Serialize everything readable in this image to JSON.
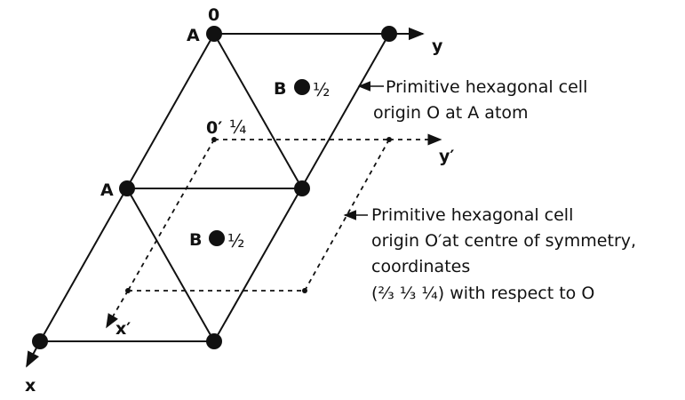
{
  "labels": {
    "origin_zero": "0",
    "origin_prime": "0′",
    "origin_prime_fraction": "¼",
    "atom_a_top": "A",
    "atom_a_mid": "A",
    "atom_b_top": "B",
    "atom_b_top_height": "½",
    "atom_b_bottom": "B",
    "atom_b_bottom_height": "½",
    "axis_y": "y",
    "axis_y_prime": "y′",
    "axis_x": "x",
    "axis_x_prime": "x′"
  },
  "annotations": {
    "cell_o_line1": "Primitive hexagonal cell",
    "cell_o_line2": "origin O at A atom",
    "cell_oprime_line1": "Primitive hexagonal cell",
    "cell_oprime_line2": "origin O′at centre of symmetry,",
    "cell_oprime_line3": "coordinates",
    "cell_oprime_line4": "(⅔ ⅓ ¼) with respect to O"
  }
}
